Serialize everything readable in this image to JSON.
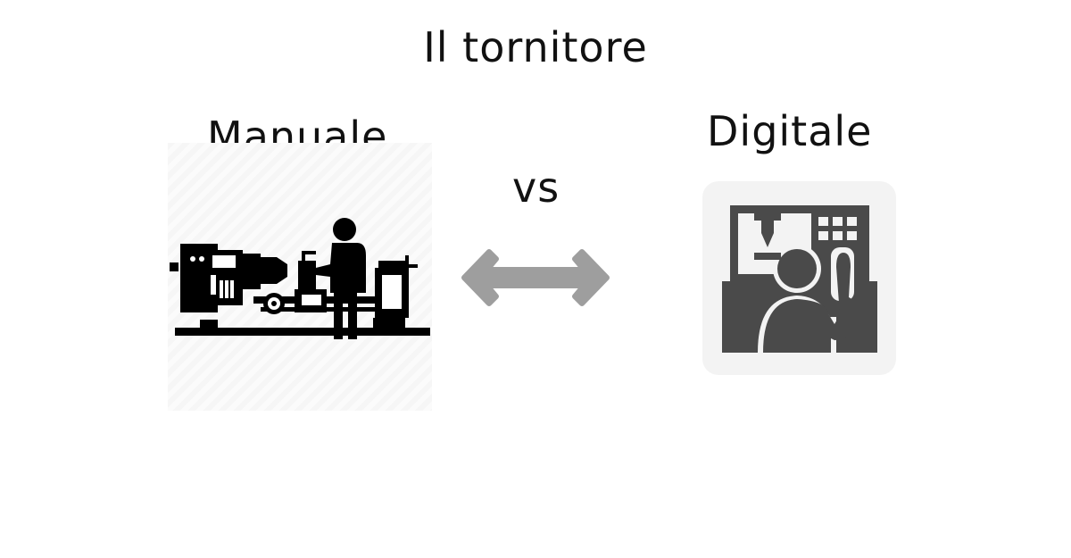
{
  "header": {
    "title": "Il tornitore"
  },
  "left": {
    "label": "Manuale",
    "icon": "manual-lathe-operator-icon"
  },
  "middle": {
    "label": "vs",
    "icon": "double-arrow-icon",
    "arrow_color": "#9e9e9e"
  },
  "right": {
    "label": "Digitale",
    "icon": "cnc-machine-operator-icon",
    "icon_color": "#4a4a4a"
  }
}
